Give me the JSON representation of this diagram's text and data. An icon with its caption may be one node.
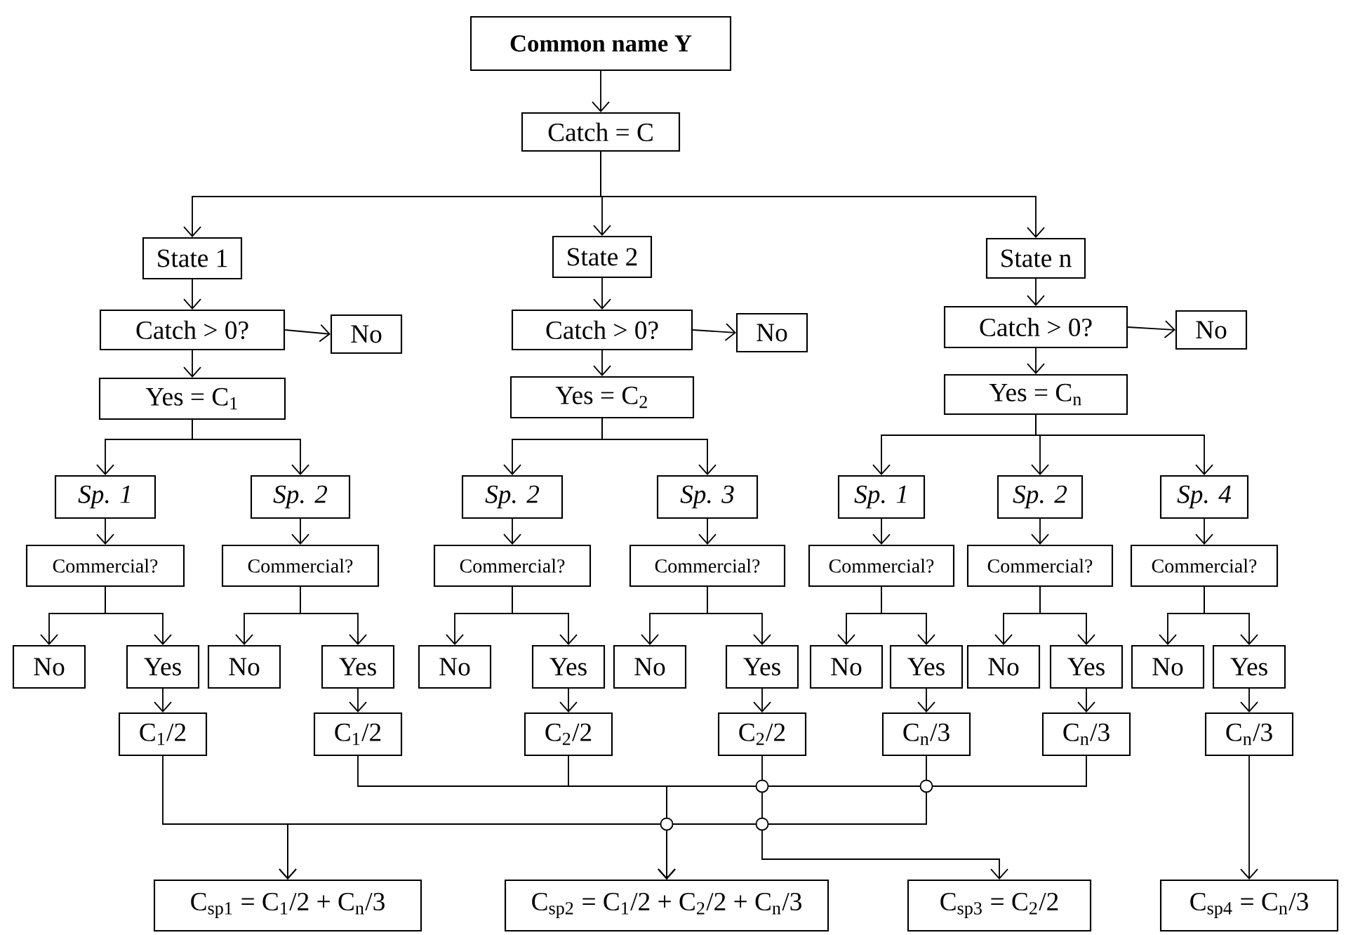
{
  "diagram": {
    "nodes": [
      {
        "text": [
          "Common name Y"
        ]
      },
      {
        "text": [
          "Catch = C"
        ]
      },
      {
        "text": [
          "State 1"
        ]
      },
      {
        "text": [
          "State 2"
        ]
      },
      {
        "text": [
          "State n"
        ]
      },
      {
        "text": [
          "Catch > 0?"
        ]
      },
      {
        "text": [
          "No"
        ]
      },
      {
        "text": [
          "Yes = C$_{1}$"
        ]
      },
      {
        "text": [
          "Catch > 0?"
        ]
      },
      {
        "text": [
          "No"
        ]
      },
      {
        "text": [
          "Yes = C$_{2}$"
        ]
      },
      {
        "text": [
          "Catch > 0?"
        ]
      },
      {
        "text": [
          "No"
        ]
      },
      {
        "text": [
          "Yes = C$_{n}$"
        ]
      },
      {
        "text": [
          "Sp. 1"
        ]
      },
      {
        "text": [
          "Commercial?"
        ]
      },
      {
        "text": [
          "No"
        ]
      },
      {
        "text": [
          "Yes"
        ]
      },
      {
        "text": [
          "C$_{1}$/2"
        ]
      },
      {
        "text": [
          "Sp. 2"
        ]
      },
      {
        "text": [
          "Commercial?"
        ]
      },
      {
        "text": [
          "No"
        ]
      },
      {
        "text": [
          "Yes"
        ]
      },
      {
        "text": [
          "C$_{1}$/2"
        ]
      },
      {
        "text": [
          "Sp. 2"
        ]
      },
      {
        "text": [
          "Commercial?"
        ]
      },
      {
        "text": [
          "No"
        ]
      },
      {
        "text": [
          "Yes"
        ]
      },
      {
        "text": [
          "C$_{2}$/2"
        ]
      },
      {
        "text": [
          "Sp. 3"
        ]
      },
      {
        "text": [
          "Commercial?"
        ]
      },
      {
        "text": [
          "No"
        ]
      },
      {
        "text": [
          "Yes"
        ]
      },
      {
        "text": [
          "C$_{2}$/2"
        ]
      },
      {
        "text": [
          "Sp. 1"
        ]
      },
      {
        "text": [
          "Commercial?"
        ]
      },
      {
        "text": [
          "No"
        ]
      },
      {
        "text": [
          "Yes"
        ]
      },
      {
        "text": [
          "C$_{n}$/3"
        ]
      },
      {
        "text": [
          "Sp. 2"
        ]
      },
      {
        "text": [
          "Commercial?"
        ]
      },
      {
        "text": [
          "No"
        ]
      },
      {
        "text": [
          "Yes"
        ]
      },
      {
        "text": [
          "C$_{n}$/3"
        ]
      },
      {
        "text": [
          "Sp. 4"
        ]
      },
      {
        "text": [
          "Commercial?"
        ]
      },
      {
        "text": [
          "No"
        ]
      },
      {
        "text": [
          "Yes"
        ]
      },
      {
        "text": [
          "C$_{n}$/3"
        ]
      },
      {
        "text": [
          "C$_{sp1}$ = C$_{1}$/2 + C$_{n}$/3"
        ]
      },
      {
        "text": [
          "C$_{sp2}$ = C$_{1}$/2 + C$_{2}$/2 + C$_{n}$/3"
        ]
      },
      {
        "text": [
          "C$_{sp3}$ = C$_{2}$/2"
        ]
      },
      {
        "text": [
          "C$_{sp4}$ = C$_{n}$/3"
        ]
      }
    ],
    "edges": [
      {
        "from": 0,
        "to": 1,
        "arrow": "to"
      },
      {
        "from": 1,
        "to": 2,
        "arrow": "to"
      },
      {
        "from": 1,
        "to": 3,
        "arrow": "to"
      },
      {
        "from": 1,
        "to": 4,
        "arrow": "to"
      },
      {
        "from": 2,
        "to": 5,
        "arrow": "to"
      },
      {
        "from": 5,
        "to": 6,
        "arrow": "to"
      },
      {
        "from": 5,
        "to": 7,
        "arrow": "to"
      },
      {
        "from": 3,
        "to": 8,
        "arrow": "to"
      },
      {
        "from": 8,
        "to": 9,
        "arrow": "to"
      },
      {
        "from": 8,
        "to": 10,
        "arrow": "to"
      },
      {
        "from": 4,
        "to": 11,
        "arrow": "to"
      },
      {
        "from": 11,
        "to": 12,
        "arrow": "to"
      },
      {
        "from": 11,
        "to": 13,
        "arrow": "to"
      },
      {
        "from": 7,
        "to": 14,
        "arrow": "to"
      },
      {
        "from": 7,
        "to": 19,
        "arrow": "to"
      },
      {
        "from": 10,
        "to": 24,
        "arrow": "to"
      },
      {
        "from": 10,
        "to": 29,
        "arrow": "to"
      },
      {
        "from": 13,
        "to": 34,
        "arrow": "to"
      },
      {
        "from": 13,
        "to": 39,
        "arrow": "to"
      },
      {
        "from": 13,
        "to": 44,
        "arrow": "to"
      },
      {
        "from": 14,
        "to": 15,
        "arrow": "to"
      },
      {
        "from": 15,
        "to": 16,
        "arrow": "to"
      },
      {
        "from": 15,
        "to": 17,
        "arrow": "to"
      },
      {
        "from": 17,
        "to": 18,
        "arrow": "to"
      },
      {
        "from": 19,
        "to": 20,
        "arrow": "to"
      },
      {
        "from": 20,
        "to": 21,
        "arrow": "to"
      },
      {
        "from": 20,
        "to": 22,
        "arrow": "to"
      },
      {
        "from": 22,
        "to": 23,
        "arrow": "to"
      },
      {
        "from": 24,
        "to": 25,
        "arrow": "to"
      },
      {
        "from": 25,
        "to": 26,
        "arrow": "to"
      },
      {
        "from": 25,
        "to": 27,
        "arrow": "to"
      },
      {
        "from": 27,
        "to": 28,
        "arrow": "to"
      },
      {
        "from": 29,
        "to": 30,
        "arrow": "to"
      },
      {
        "from": 30,
        "to": 31,
        "arrow": "to"
      },
      {
        "from": 30,
        "to": 32,
        "arrow": "to"
      },
      {
        "from": 32,
        "to": 33,
        "arrow": "to"
      },
      {
        "from": 34,
        "to": 35,
        "arrow": "to"
      },
      {
        "from": 35,
        "to": 36,
        "arrow": "to"
      },
      {
        "from": 35,
        "to": 37,
        "arrow": "to"
      },
      {
        "from": 37,
        "to": 38,
        "arrow": "to"
      },
      {
        "from": 39,
        "to": 40,
        "arrow": "to"
      },
      {
        "from": 40,
        "to": 41,
        "arrow": "to"
      },
      {
        "from": 40,
        "to": 42,
        "arrow": "to"
      },
      {
        "from": 42,
        "to": 43,
        "arrow": "to"
      },
      {
        "from": 44,
        "to": 45,
        "arrow": "to"
      },
      {
        "from": 45,
        "to": 46,
        "arrow": "to"
      },
      {
        "from": 45,
        "to": 47,
        "arrow": "to"
      },
      {
        "from": 47,
        "to": 48,
        "arrow": "to"
      },
      {
        "from": 18,
        "to": 49,
        "arrow": "to"
      },
      {
        "from": 38,
        "to": 49,
        "arrow": "to"
      },
      {
        "from": 23,
        "to": 50,
        "arrow": "to"
      },
      {
        "from": 28,
        "to": 50,
        "arrow": "to"
      },
      {
        "from": 43,
        "to": 50,
        "arrow": "to"
      },
      {
        "from": 33,
        "to": 51,
        "arrow": "to"
      },
      {
        "from": 48,
        "to": 52,
        "arrow": "to"
      }
    ]
  }
}
